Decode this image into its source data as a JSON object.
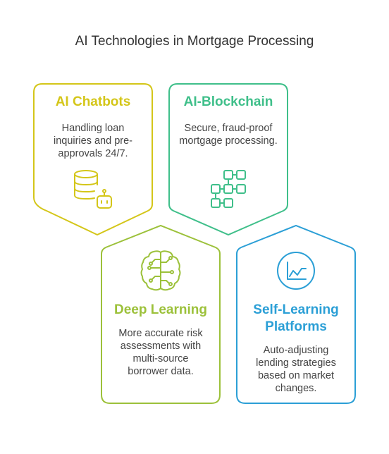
{
  "title": "AI Technologies in Mortgage Processing",
  "cards": [
    {
      "title": "AI Chatbots",
      "description": "Handling loan inquiries and pre-approvals 24/7.",
      "color": "#d4c619",
      "icon": "database-bot-icon"
    },
    {
      "title": "AI-Blockchain",
      "description": "Secure, fraud-proof mortgage processing.",
      "color": "#3fbf8a",
      "icon": "blockchain-icon"
    },
    {
      "title": "Deep Learning",
      "description": "More accurate risk assessments with multi-source borrower data.",
      "color": "#9cc13a",
      "icon": "brain-circuit-icon"
    },
    {
      "title": "Self-Learning Platforms",
      "description": "Auto-adjusting lending strategies based on market changes.",
      "color": "#2b9fd6",
      "icon": "chart-trend-icon"
    }
  ]
}
